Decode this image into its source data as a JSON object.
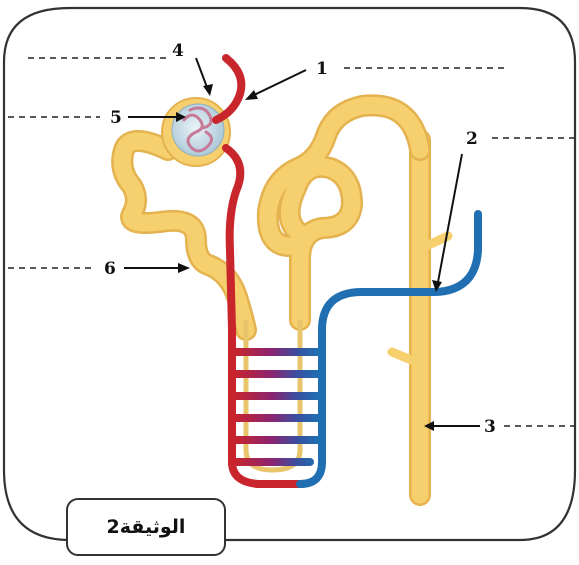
{
  "document_caption": "الوثيقة2",
  "labels": [
    "1",
    "2",
    "3",
    "4",
    "5",
    "6"
  ],
  "colors": {
    "tubule_fill": "#F6CF6E",
    "tubule_outline": "#E4B24E",
    "arteriole": "#C9252C",
    "vein": "#1F6FB2",
    "capillary_mix": "#6A2A8A",
    "glomerulus": "#BFD7E3"
  }
}
